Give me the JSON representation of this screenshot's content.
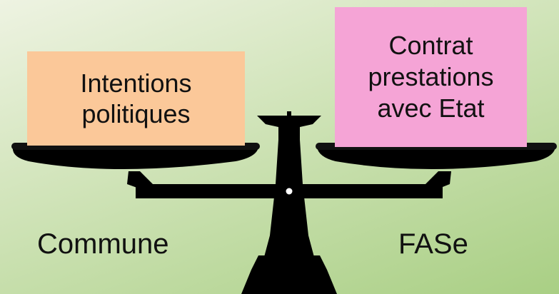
{
  "left_pan": {
    "line1": "Intentions",
    "line2": "politiques",
    "color": "#fbc899",
    "side_label": "Commune"
  },
  "right_pan": {
    "line1": "Contrat",
    "line2": "prestations",
    "line3": "avec Etat",
    "color": "#f5a4d6",
    "side_label": "FASe"
  },
  "icon": "balance-scale-icon"
}
